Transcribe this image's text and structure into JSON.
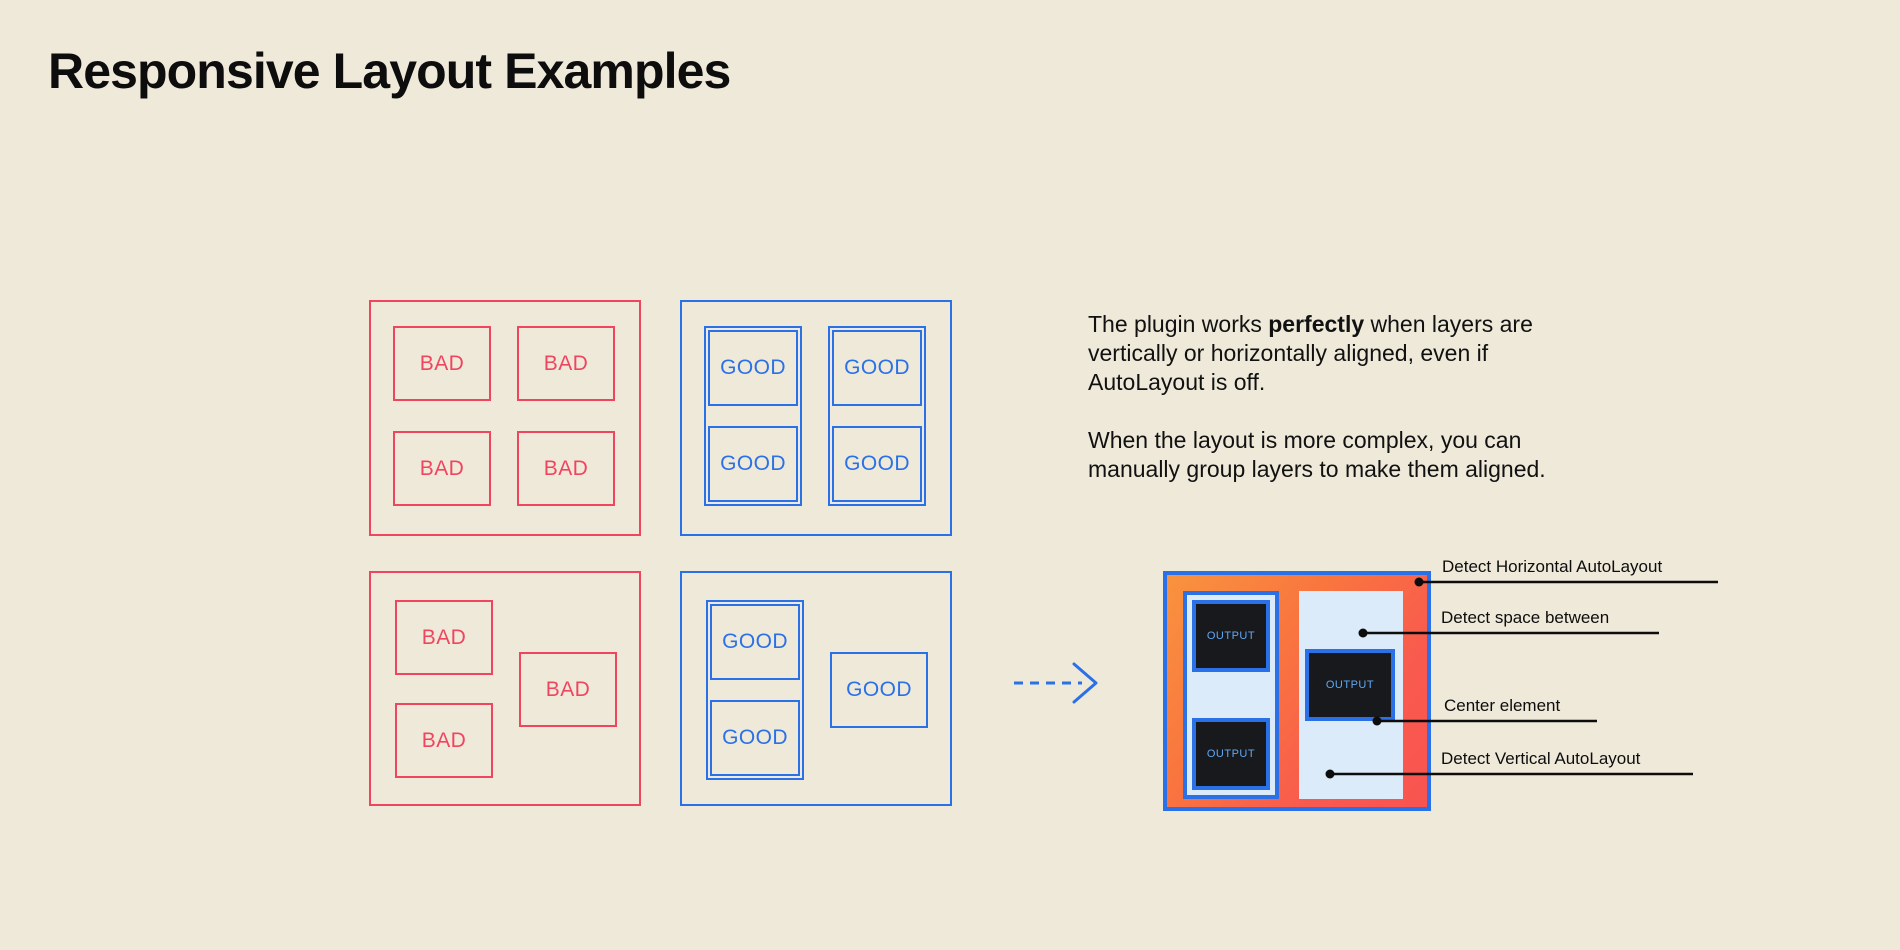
{
  "page": {
    "title": "Responsive Layout Examples",
    "background_color": "#efe9da",
    "bad_color": "#f0455f",
    "good_color": "#2a71e8",
    "text_color": "#111111"
  },
  "examples": {
    "bad_label": "BAD",
    "good_label": "GOOD",
    "panels": [
      {
        "name": "bad-grid-aligned",
        "kind": "bad",
        "boxes": [
          "BAD",
          "BAD",
          "BAD",
          "BAD"
        ]
      },
      {
        "name": "good-grid-aligned",
        "kind": "good",
        "boxes": [
          "GOOD",
          "GOOD",
          "GOOD",
          "GOOD"
        ]
      },
      {
        "name": "bad-complex-layout",
        "kind": "bad",
        "boxes": [
          "BAD",
          "BAD",
          "BAD"
        ]
      },
      {
        "name": "good-complex-layout",
        "kind": "good",
        "boxes": [
          "GOOD",
          "GOOD",
          "GOOD"
        ]
      }
    ]
  },
  "copy": {
    "paragraph_1_part_1": "The plugin works ",
    "paragraph_1_bold": "perfectly",
    "paragraph_1_part_2": " when layers are vertically or horizontally aligned, even if AutoLayout is off.",
    "paragraph_2": "When the layout is more complex, you can manually group layers to make them aligned."
  },
  "arrow": {
    "icon": "dashed-arrow-right-icon",
    "color": "#2a71e8"
  },
  "mockup": {
    "output_label": "OUTPUT",
    "outputs": [
      "OUTPUT",
      "OUTPUT",
      "OUTPUT"
    ],
    "border_color": "#2a71e8",
    "gradient_from": "#f9933f",
    "gradient_to": "#f95450",
    "panel_fill": "#dcebfa",
    "output_fill": "#17191c",
    "output_text_color": "#5fa8f5"
  },
  "callouts": [
    {
      "label": "Detect Horizontal AutoLayout"
    },
    {
      "label": "Detect space between"
    },
    {
      "label": "Center element"
    },
    {
      "label": "Detect Vertical AutoLayout"
    }
  ]
}
